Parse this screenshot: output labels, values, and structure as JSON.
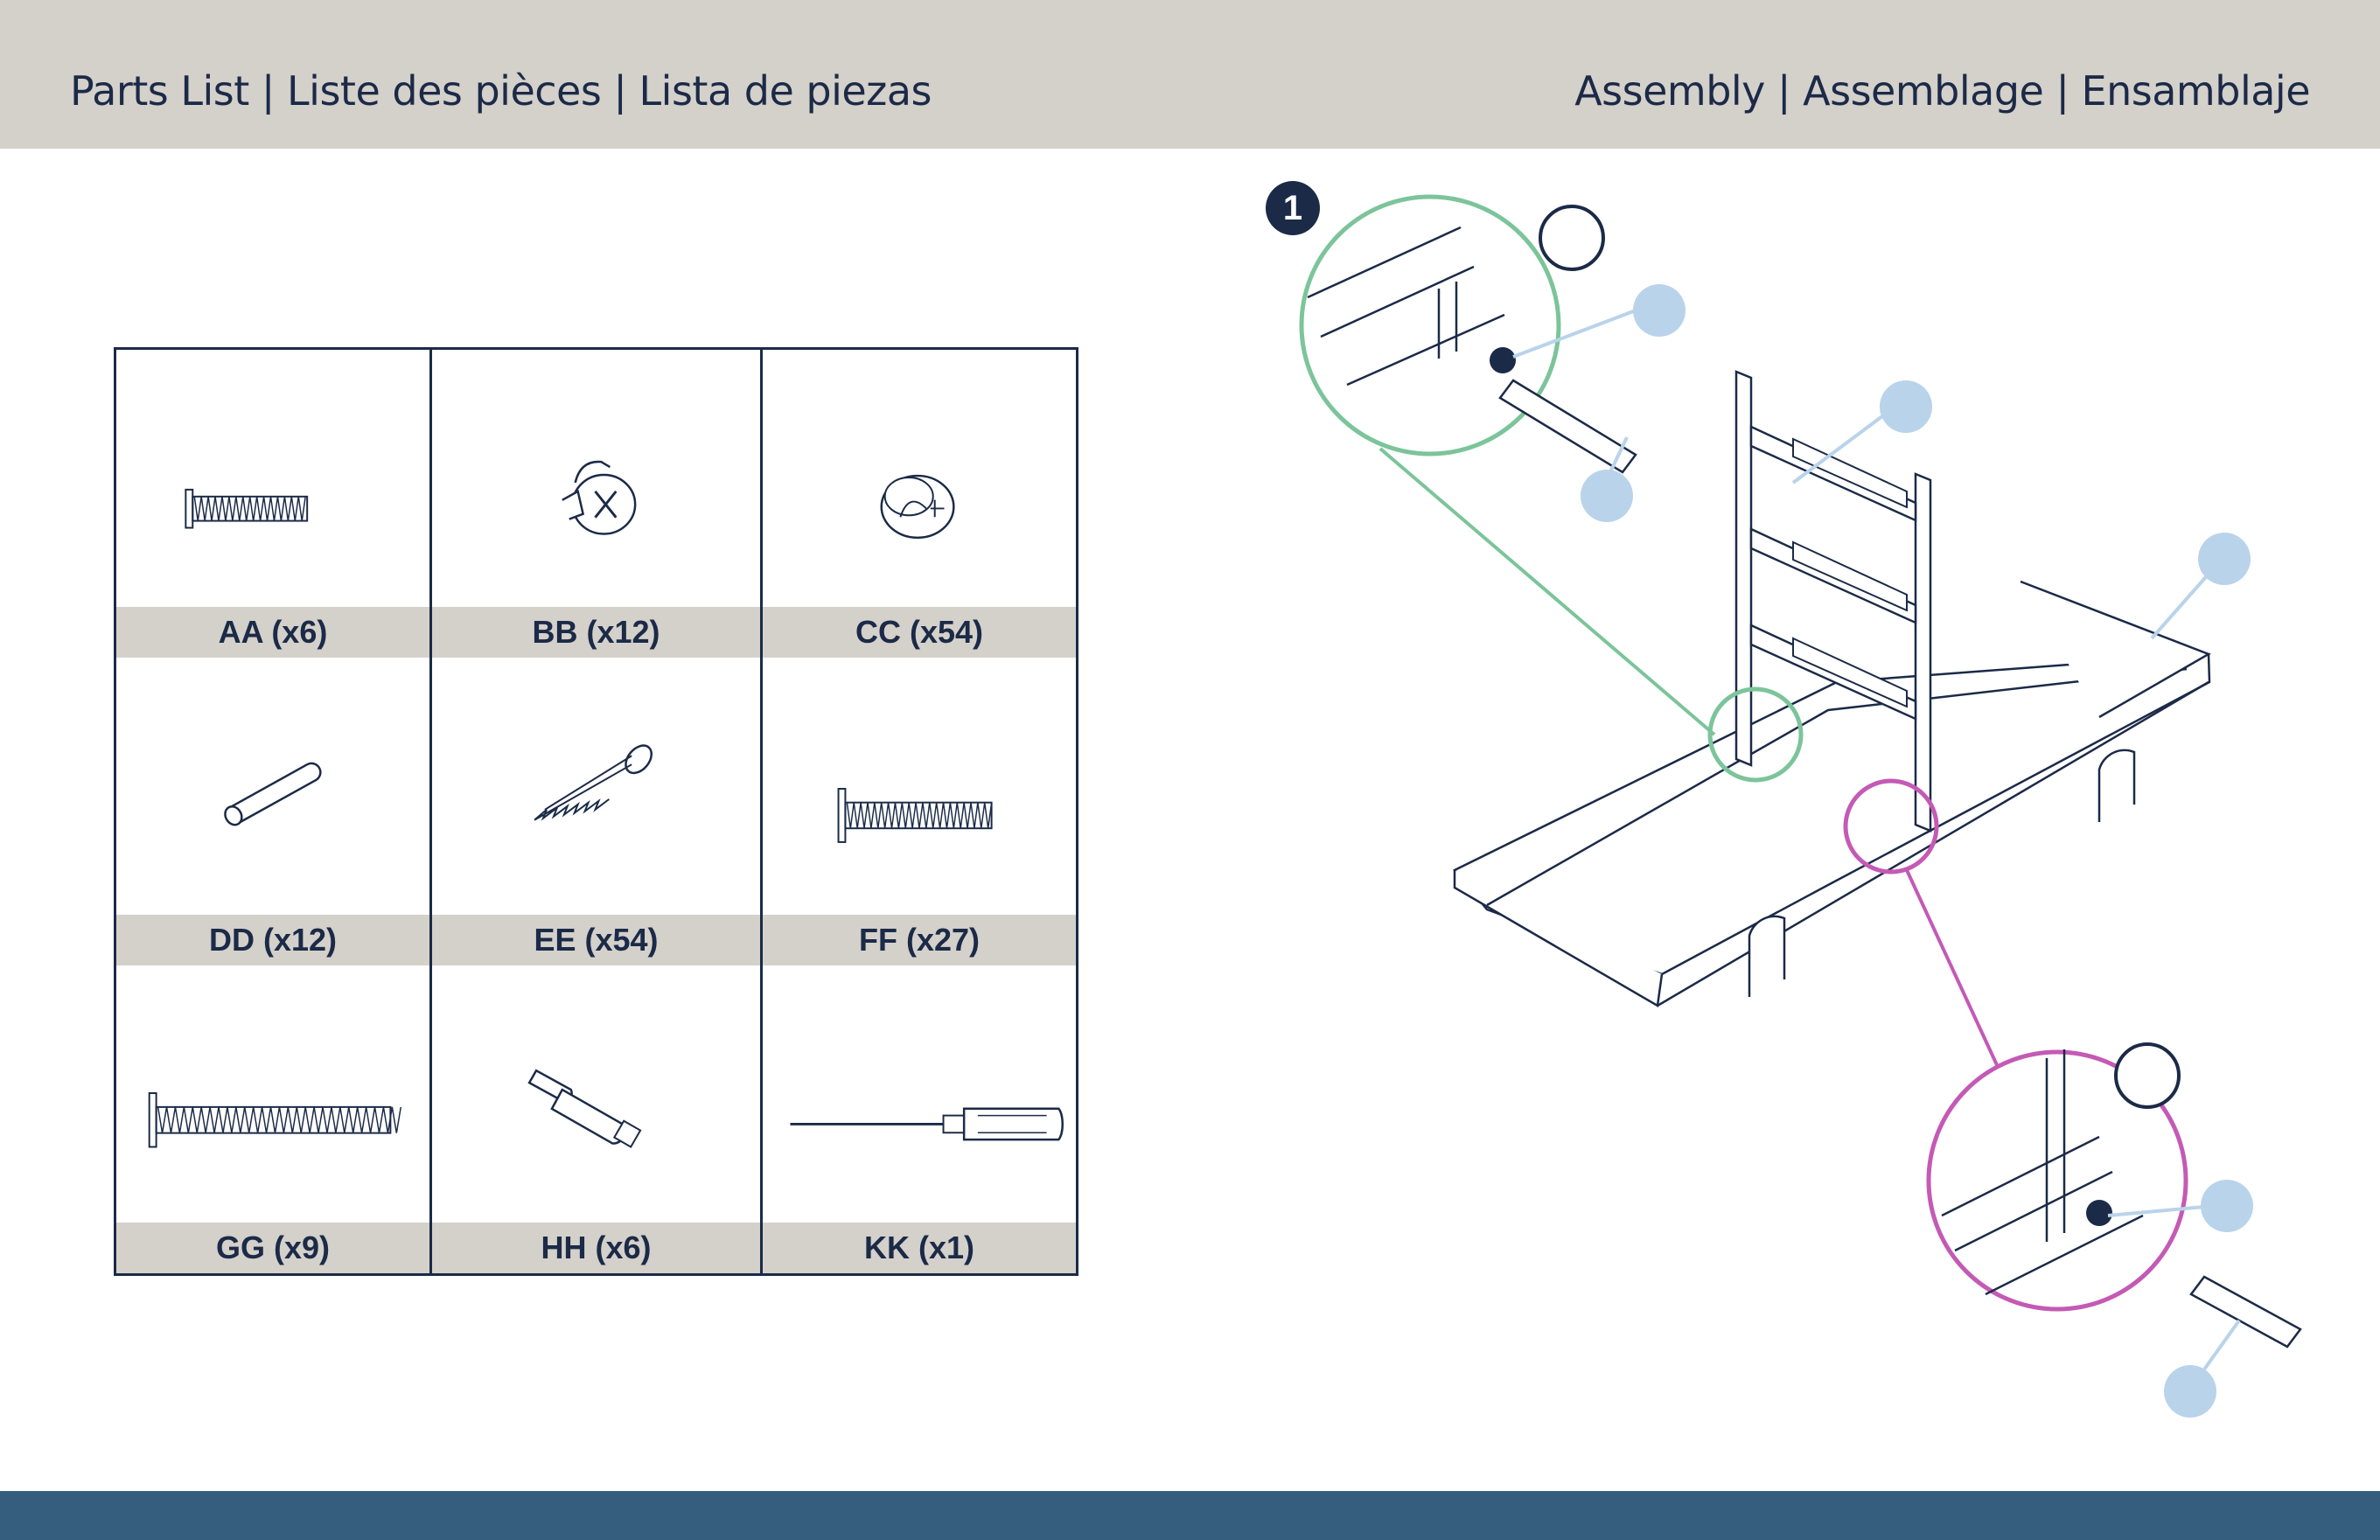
{
  "header": {
    "left_title": "Parts List | Liste des pièces | Lista de piezas",
    "right_title": "Assembly | Assemblage | Ensamblaje"
  },
  "parts": [
    {
      "label": "AA (x6)",
      "icon": "bolt-short-icon"
    },
    {
      "label": "BB (x12)",
      "icon": "cam-lock-icon"
    },
    {
      "label": "CC (x54)",
      "icon": "cam-nut-icon"
    },
    {
      "label": "DD (x12)",
      "icon": "dowel-icon"
    },
    {
      "label": "EE (x54)",
      "icon": "wood-screw-icon"
    },
    {
      "label": "FF (x27)",
      "icon": "bolt-medium-icon"
    },
    {
      "label": "GG (x9)",
      "icon": "bolt-long-icon"
    },
    {
      "label": "HH (x6)",
      "icon": "cam-bolt-icon"
    },
    {
      "label": "KK (x1)",
      "icon": "screwdriver-icon"
    }
  ],
  "assembly": {
    "step_number": "1",
    "detail_colors": {
      "green": "#7cc49a",
      "magenta": "#c45ab5",
      "callout": "#b9d3ea",
      "ink": "#1b2a47"
    }
  }
}
